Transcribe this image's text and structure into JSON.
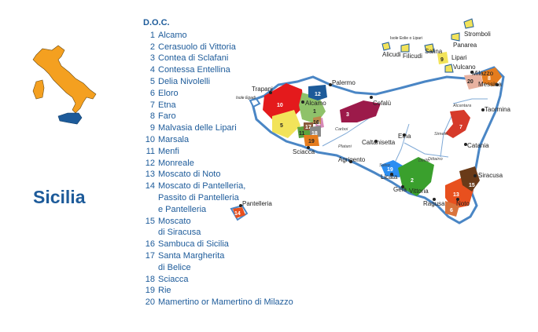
{
  "region": {
    "title": "Sicilia"
  },
  "legend": {
    "title": "D.O.C.",
    "items": [
      {
        "n": "1",
        "lines": [
          "Alcamo"
        ]
      },
      {
        "n": "2",
        "lines": [
          "Cerasuolo di Vittoria"
        ]
      },
      {
        "n": "3",
        "lines": [
          "Contea di Sclafani"
        ]
      },
      {
        "n": "4",
        "lines": [
          "Contessa Entellina"
        ]
      },
      {
        "n": "5",
        "lines": [
          "Delia Nivolelli"
        ]
      },
      {
        "n": "6",
        "lines": [
          "Eloro"
        ]
      },
      {
        "n": "7",
        "lines": [
          "Etna"
        ]
      },
      {
        "n": "8",
        "lines": [
          "Faro"
        ]
      },
      {
        "n": "9",
        "lines": [
          "Malvasia delle Lipari"
        ]
      },
      {
        "n": "10",
        "lines": [
          "Marsala"
        ]
      },
      {
        "n": "11",
        "lines": [
          "Menfi"
        ]
      },
      {
        "n": "12",
        "lines": [
          "Monreale"
        ]
      },
      {
        "n": "13",
        "lines": [
          "Moscato di Noto"
        ]
      },
      {
        "n": "14",
        "lines": [
          "Moscato di Pantelleria,",
          "Passito di Pantelleria",
          "e  Pantelleria"
        ]
      },
      {
        "n": "15",
        "lines": [
          "Moscato",
          "di Siracusa"
        ]
      },
      {
        "n": "16",
        "lines": [
          "Sambuca di Sicilia"
        ]
      },
      {
        "n": "17",
        "lines": [
          "Santa Margherita",
          "di Belice"
        ]
      },
      {
        "n": "18",
        "lines": [
          "Sciacca"
        ]
      },
      {
        "n": "19",
        "lines": [
          "Rie"
        ]
      },
      {
        "n": "20",
        "lines": [
          "Mamertino or Mamertino di Milazzo"
        ]
      }
    ]
  },
  "map": {
    "colors": {
      "sea_outline": "#4a86c5",
      "italy": "#f4a020",
      "sicily_highlight": "#1d5b9a",
      "label": "#222222"
    },
    "cities": {
      "trapani": "Trapani",
      "palermo": "Palermo",
      "alcamo": "Alcamo",
      "cefalu": "Cefalù",
      "taormina": "Taormina",
      "messina": "Messina",
      "milazzo": "Milazzo",
      "catania": "Catania",
      "etna": "Etna",
      "caltanissetta": "Caltanisetta",
      "agrigento": "Agrigento",
      "sciacca": "Sciacca",
      "licata": "Licata",
      "gela": "Gela",
      "vittoria": "Vittoria",
      "ragusa": "Ragusa",
      "noto": "Noto",
      "siracusa": "Siracusa",
      "pantelleria": "Pantelleria",
      "isole_egadi": "Isole Egadi",
      "stromboli": "Stromboli",
      "panarea": "Panarea",
      "salina": "Salina",
      "lipari": "Lipari",
      "vulcano": "Vulcano",
      "alicudi": "Alicudi",
      "filicudi": "Filicudi",
      "isole_eolie": "Isole Eolie o Lipari"
    },
    "rivers": {
      "platani": "Platani",
      "salso": "Salso",
      "simeto": "Simeto",
      "dittaino": "Dittaino",
      "alcantara": "Alcantara",
      "carboi": "Carboi",
      "dirillo": "Dirillo"
    },
    "zone_numbers": {
      "z1": "1",
      "z2": "2",
      "z3": "3",
      "z4": "4",
      "z5": "5",
      "z6": "6",
      "z7": "7",
      "z8": "8",
      "z9": "9",
      "z10": "10",
      "z11": "11",
      "z12": "12",
      "z13": "13",
      "z14": "14",
      "z15": "15",
      "z16": "16",
      "z17": "17",
      "z18": "18",
      "z19": "19",
      "z20": "20"
    }
  }
}
